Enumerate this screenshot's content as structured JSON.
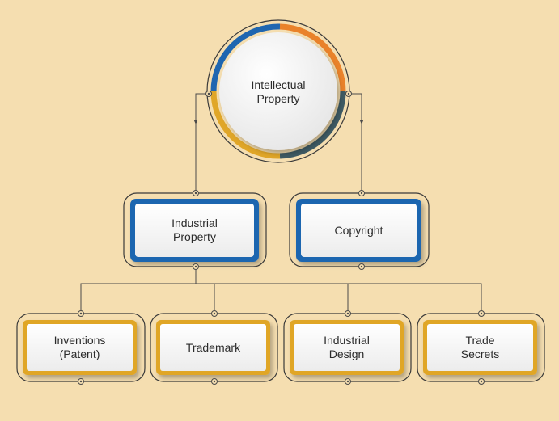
{
  "colors": {
    "background": "#f5deb0",
    "outline": "#3a3a3a",
    "blue": "#1f66b0",
    "gold": "#e0a628",
    "orange": "#e9822a",
    "slate": "#3e5a63",
    "card": "#fbfbfb"
  },
  "diagram": {
    "root": {
      "label": "Intellectual\nProperty"
    },
    "level1": [
      {
        "label": "Industrial\nProperty"
      },
      {
        "label": "Copyright"
      }
    ],
    "level2": [
      {
        "label": "Inventions\n(Patent)"
      },
      {
        "label": "Trademark"
      },
      {
        "label": "Industrial\nDesign"
      },
      {
        "label": "Trade\nSecrets"
      }
    ]
  }
}
